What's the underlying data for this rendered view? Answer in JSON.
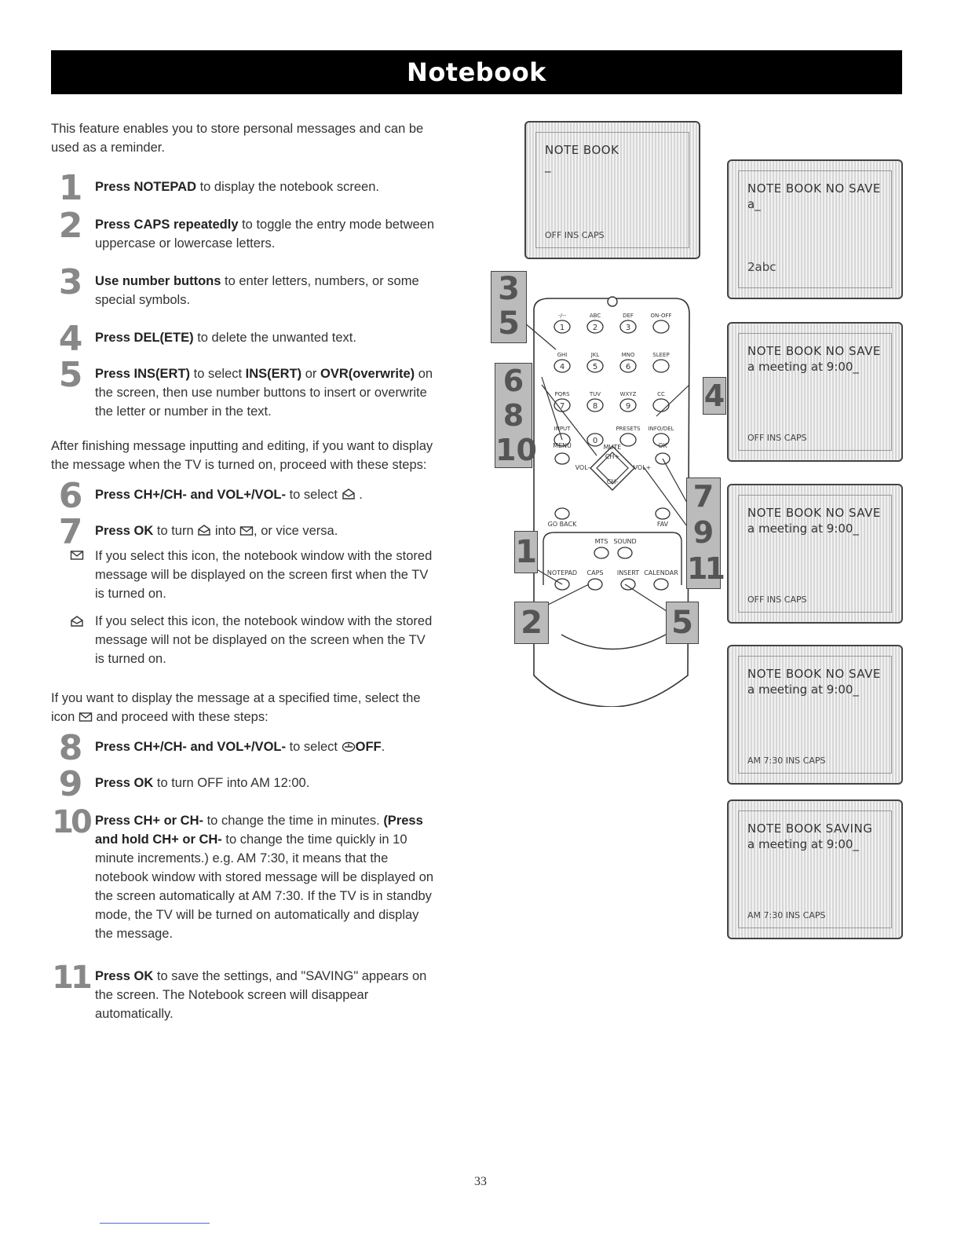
{
  "header": {
    "title": "Notebook"
  },
  "intro": "This feature enables you to store personal messages and can be used as a reminder.",
  "steps": [
    {
      "n": "1",
      "bold": "Press NOTEPAD",
      "rest": " to display the notebook screen."
    },
    {
      "n": "2",
      "bold": "Press CAPS repeatedly",
      "rest": " to toggle the entry mode between uppercase or lowercase letters."
    },
    {
      "n": "3",
      "bold": "Use number buttons",
      "rest": " to enter letters, numbers, or some special symbols."
    },
    {
      "n": "4",
      "bold": "Press DEL(ETE)",
      "rest": " to delete the unwanted text."
    },
    {
      "n": "5",
      "bold1": "Press INS(ERT)",
      "mid1": " to select ",
      "bold2": "INS(ERT)",
      "mid2": " or ",
      "bold3": "OVR(overwrite)",
      "rest": " on the screen, then use number buttons to insert or overwrite the letter or number in the text."
    }
  ],
  "after": "After finishing message inputting and editing, if you want to display the message when the TV is turned on, proceed with these steps:",
  "steps2": [
    {
      "n": "6",
      "bold": "Press CH+/CH- and VOL+/VOL-",
      "rest": " to select ",
      "tail": " ."
    },
    {
      "n": "7",
      "bold": "Press OK",
      "rest": " to turn ",
      "mid": " into ",
      "tail": ", or vice versa."
    }
  ],
  "notes": [
    "If you select this icon, the notebook window with the stored message will be displayed on the screen first when the TV is turned on.",
    "If you select this icon, the notebook window with the stored message will not be displayed on the screen when the TV is turned on."
  ],
  "specified_a": "If you want to display the message at a specified time, select the icon ",
  "specified_b": " and proceed with these steps:",
  "steps3": [
    {
      "n": "8",
      "bold": "Press CH+/CH- and VOL+/VOL-",
      "rest": " to select ",
      "bold2": "OFF",
      "tail": "."
    },
    {
      "n": "9",
      "bold": "Press OK",
      "rest": " to turn OFF into AM 12:00."
    },
    {
      "n": "10",
      "bold1": "Press CH+ or CH-",
      "mid": " to change the time in minutes. ",
      "bold2": "(Press and hold CH+ or CH-",
      "rest": " to change the time quickly in 10 minute increments.) e.g. AM 7:30, it means that the notebook window with stored message will be displayed on the screen automatically at AM 7:30. If the TV is in standby mode, the TV will be turned on automatically and display the message."
    },
    {
      "n": "11",
      "bold": "Press OK",
      "rest": " to save the settings, and \"SAVING\" appears on the screen. The Notebook screen will disappear automatically."
    }
  ],
  "screens": [
    {
      "title": "NOTE BOOK",
      "line": "_",
      "foot": "OFF   INS CAPS"
    },
    {
      "title": "NOTE BOOK  NO SAVE",
      "line": "a_",
      "foot": "2abc"
    },
    {
      "title": "NOTE BOOK  NO SAVE",
      "line": "a meeting at 9:00_",
      "foot": "OFF   INS CAPS"
    },
    {
      "title": "NOTE BOOK  NO SAVE",
      "line": "a meeting at 9:00_",
      "foot": "OFF   INS CAPS"
    },
    {
      "title": "NOTE BOOK  NO SAVE",
      "line": "a meeting at 9:00_",
      "foot": "AM 7:30 INS CAPS"
    },
    {
      "title": "NOTE BOOK  SAVING",
      "line": "a meeting at 9:00_",
      "foot": "AM 7:30 INS CAPS"
    }
  ],
  "callouts": [
    "3",
    "5",
    "6",
    "8",
    "10",
    "4",
    "7",
    "9",
    "11",
    "1",
    "2",
    "5"
  ],
  "remote": {
    "row1": [
      "-/--",
      "ABC",
      "DEF",
      "ON-OFF"
    ],
    "row2": [
      "GHI",
      "JKL",
      "MNO",
      "SLEEP"
    ],
    "row3": [
      "PQRS",
      "TUV",
      "WXYZ",
      "CC"
    ],
    "row4": [
      "INPUT",
      "",
      "PRESETS",
      "INFO/DEL"
    ],
    "digits": [
      "1",
      "2",
      "3",
      "4",
      "5",
      "6",
      "7",
      "8",
      "9",
      "0"
    ],
    "menu": "MENU",
    "ok": "OK",
    "mute": "MUTE",
    "chp": "CH+",
    "chm": "CH-",
    "volm": "VOL-",
    "volp": "VOL+",
    "goback": "GO BACK",
    "fav": "FAV",
    "mts": "MTS",
    "sound": "SOUND",
    "bottom": [
      "NOTEPAD",
      "CAPS",
      "INSERT",
      "CALENDAR"
    ]
  },
  "page_number": "33"
}
